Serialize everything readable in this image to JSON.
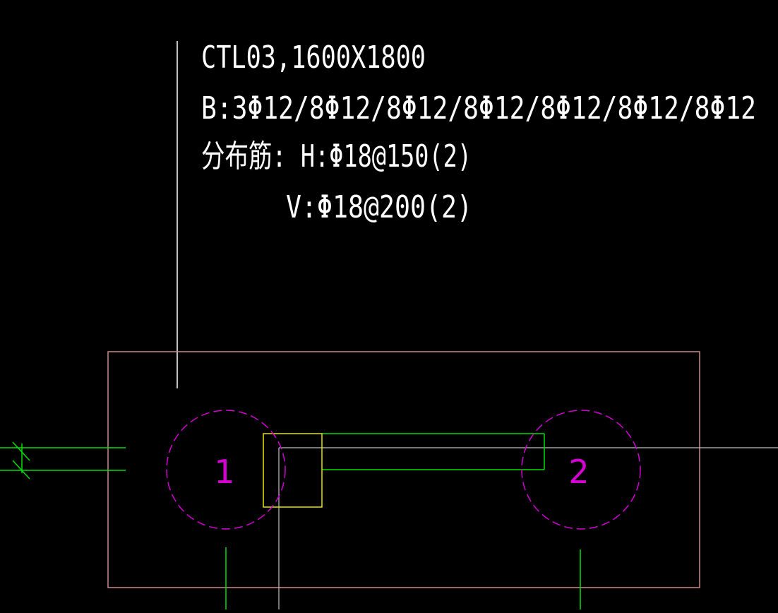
{
  "annotation": {
    "line1": "CTL03,1600X1800",
    "line2": "B:3Φ12/8Φ12/8Φ12/8Φ12/8Φ12/8Φ12/8Φ12",
    "line3": "分布筋: H:Φ18@150(2)",
    "line4": "V:Φ18@200(2)"
  },
  "piles": [
    {
      "label": "1"
    },
    {
      "label": "2"
    }
  ],
  "colors": {
    "background": "#000000",
    "text": "#ffffff",
    "leader": "#ffffff",
    "cap_outline": "#c88a8a",
    "pile_circle": "#d400d4",
    "pile_label": "#d400d4",
    "beam": "#00e000",
    "column": "#e6e600",
    "axis": "#c0c0c0"
  }
}
